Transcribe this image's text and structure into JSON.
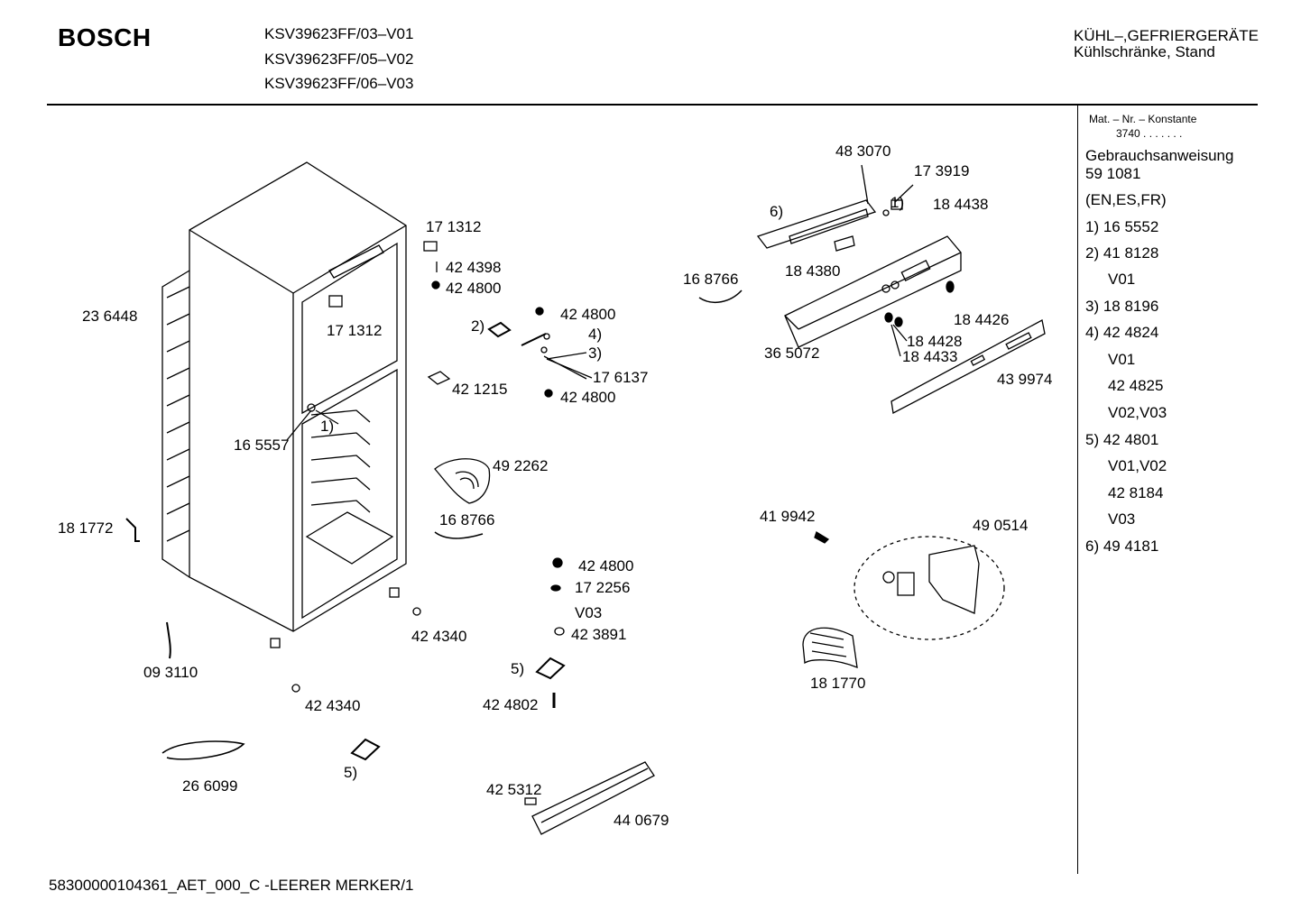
{
  "header": {
    "brand": "BOSCH",
    "models": [
      "KSV39623FF/03–V01",
      "KSV39623FF/05–V02",
      "KSV39623FF/06–V03"
    ],
    "category": "KÜHL–,GEFRIERGERÄTE",
    "subcategory": "Kühlschränke, Stand"
  },
  "sidebar": {
    "mat_title": "Mat. – Nr. – Konstante",
    "mat_value": "3740  .  .  .   .  .  .  .",
    "manual_label": "Gebrauchsanweisung",
    "manual_number": "59 1081",
    "languages": "(EN,ES,FR)",
    "items": [
      "1)  16 5552",
      "2)  41 8128",
      "V01",
      "3)  18 8196",
      "4)  42 4824",
      "V01",
      "42 4825",
      "V02,V03",
      "5)  42 4801",
      "V01,V02",
      "42 8184",
      "V03",
      "6)  49 4181"
    ]
  },
  "labels": {
    "p171312a": "17 1312",
    "p424398": "42 4398",
    "p424800a": "42 4800",
    "p236448": "23 6448",
    "p171312b": "17 1312",
    "p2": "2)",
    "p424800b": "42 4800",
    "p4": "4)",
    "p3": "3)",
    "p176137": "17 6137",
    "p421215": "42 1215",
    "p424800c": "42 4800",
    "p1": "1)",
    "p165557": "16 5557",
    "p492262": "49 2262",
    "p181772": "18 1772",
    "p168766a": "16 8766",
    "p424800d": "42 4800",
    "p172256": "17 2256",
    "pV03": "V03",
    "p423891": "42 3891",
    "p424340a": "42 4340",
    "p093110": "09 3110",
    "p5a": "5)",
    "p424802": "42 4802",
    "p424340b": "42 4340",
    "p266099": "26 6099",
    "p5b": "5)",
    "p425312": "42 5312",
    "p440679": "44 0679",
    "p483070": "48 3070",
    "p173919": "17 3919",
    "p6": "6)",
    "p1b": "1)",
    "p184438": "18 4438",
    "p168766b": "16 8766",
    "p184380": "18 4380",
    "p184426": "18 4426",
    "p365072": "36 5072",
    "p184428": "18 4428",
    "p184433": "18 4433",
    "p439974": "43 9974",
    "p419942": "41 9942",
    "p490514": "49 0514",
    "p181770": "18 1770"
  },
  "footer": "58300000104361_AET_000_C  -LEERER MERKER/1"
}
